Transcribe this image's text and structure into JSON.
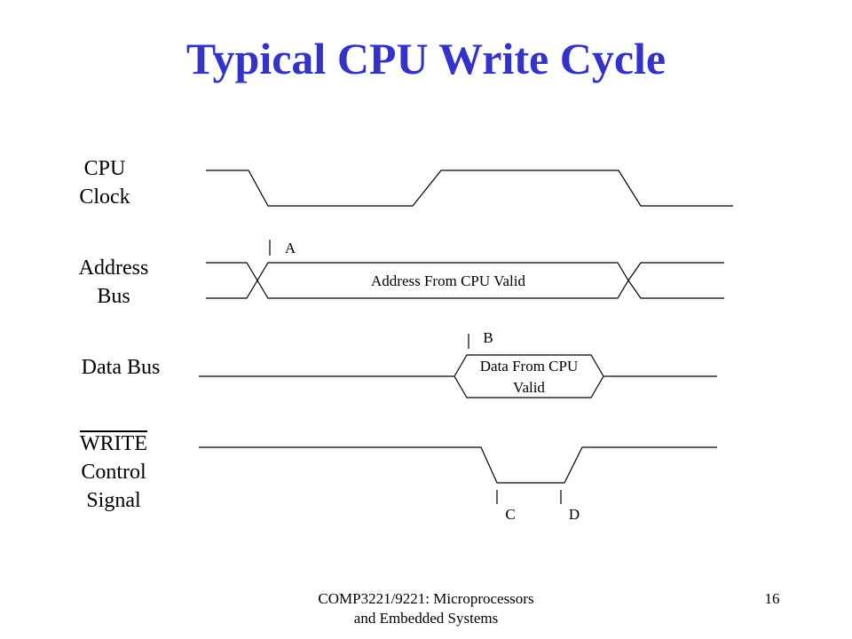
{
  "title": "Typical CPU Write Cycle",
  "title_color": "#3333CC",
  "signals": {
    "clock": {
      "line1": "CPU",
      "line2": "Clock"
    },
    "address": {
      "line1": "Address",
      "line2": "Bus"
    },
    "data": {
      "line1": "Data Bus"
    },
    "write": {
      "line1": "WRITE",
      "line2": "Control",
      "line3": "Signal"
    }
  },
  "annotations": {
    "address_valid": "Address From CPU Valid",
    "data_valid_line1": "Data From CPU",
    "data_valid_line2": "Valid",
    "marker_a": "A",
    "marker_b": "B",
    "marker_c": "C",
    "marker_d": "D"
  },
  "footer": {
    "course_line1": "COMP3221/9221: Microprocessors",
    "course_line2": "and Embedded Systems",
    "page_number": "16"
  }
}
